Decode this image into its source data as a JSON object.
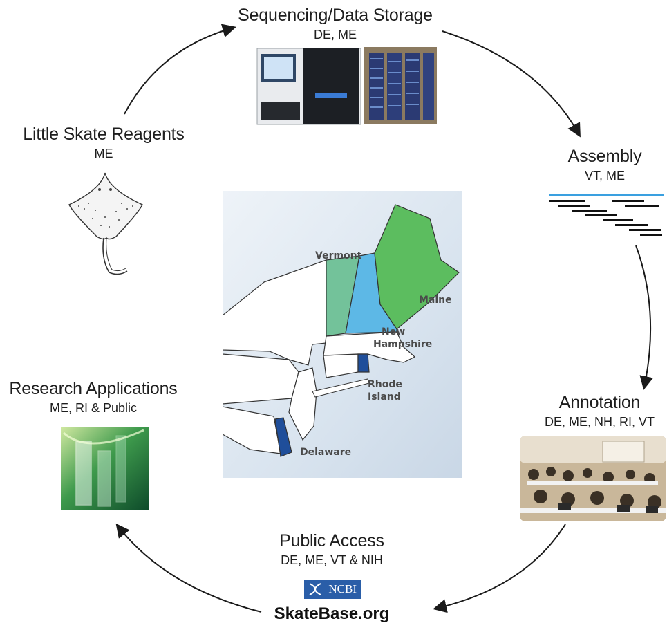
{
  "stages": {
    "sequencing": {
      "title": "Sequencing/Data Storage",
      "states": "DE, ME"
    },
    "assembly": {
      "title": "Assembly",
      "states": "VT, ME"
    },
    "annotation": {
      "title": "Annotation",
      "states": "DE, ME, NH, RI, VT"
    },
    "public": {
      "title": "Public Access",
      "states": "DE, ME, VT & NIH",
      "logo_text": "NCBI",
      "site": "SkateBase.org"
    },
    "research": {
      "title": "Research Applications",
      "states": "ME, RI & Public"
    },
    "reagents": {
      "title": "Little Skate Reagents",
      "states": "ME"
    }
  },
  "map": {
    "labels": {
      "vermont": "Vermont",
      "maine": "Maine",
      "nh_1": "New",
      "nh_2": "Hampshire",
      "ri_1": "Rhode",
      "ri_2": "Island",
      "delaware": "Delaware"
    },
    "colors": {
      "maine": "#5cbd5f",
      "vermont": "#73c29a",
      "new_hampshire": "#5db8e6",
      "rhode_island": "#1f4e9a",
      "delaware": "#1f4e9a",
      "other_states": "#ffffff",
      "background": "#d9e4ef"
    }
  },
  "assembly_colors": {
    "reference": "#3aa0e0",
    "reads": "#111111"
  }
}
